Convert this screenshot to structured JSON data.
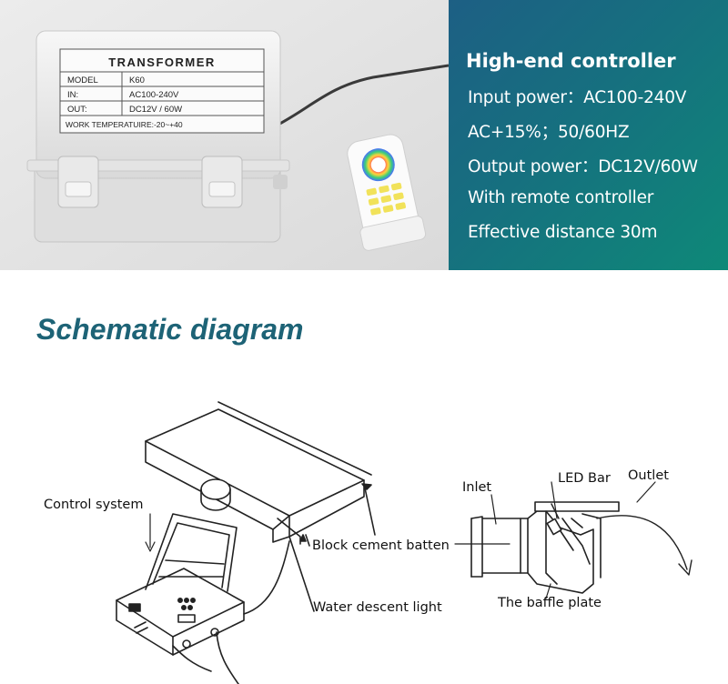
{
  "product_photo": {
    "label_title": "TRANSFORMER",
    "label_rows": [
      {
        "key": "MODEL",
        "value": "K60"
      },
      {
        "key": "IN:",
        "value": "AC100-240V"
      },
      {
        "key": "OUT:",
        "value": "DC12V / 60W"
      }
    ],
    "label_footer": "WORK TEMPERATUIRE:-20~+40"
  },
  "spec_panel": {
    "title": "High-end controller",
    "lines": [
      "Input power：AC100-240V",
      "AC+15%；50/60HZ",
      "Output power：DC12V/60W",
      "With remote controller",
      "Effective distance 30m"
    ]
  },
  "schematic": {
    "title": "Schematic diagram",
    "labels": {
      "control_system": "Control system",
      "block_cement_batten": "Block cement batten",
      "water_descent_light": "Water descent light",
      "inlet": "Inlet",
      "led_bar": "LED Bar",
      "outlet": "Outlet",
      "baffle_plate": "The baffle plate"
    }
  }
}
